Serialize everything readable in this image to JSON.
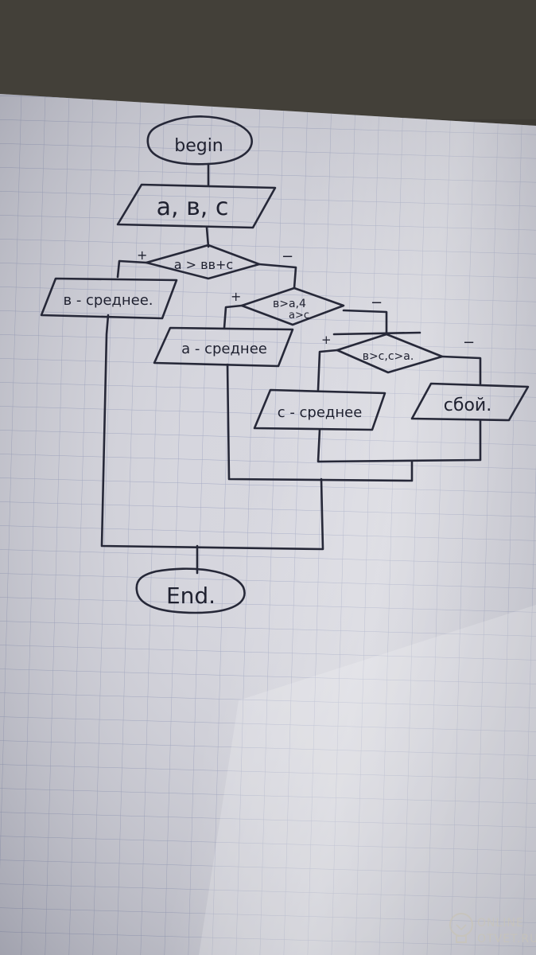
{
  "flowchart": {
    "start": "begin",
    "input": "a, в, c",
    "decision1": {
      "line1": "a > вв+c",
      "yes": "+",
      "no": "−"
    },
    "output_b": "в - среднее.",
    "decision2": {
      "line1": "в>а,4",
      "line2": "а>с",
      "yes": "+",
      "no": "−"
    },
    "output_a": "а - среднее",
    "decision3": {
      "line1": "в>с,с>а.",
      "yes": "+",
      "no": "−"
    },
    "output_c": "с - среднее",
    "error": "сбой.",
    "end": "End."
  },
  "watermark": {
    "line1": "ONLINE",
    "line2": "OTVET.RU"
  }
}
